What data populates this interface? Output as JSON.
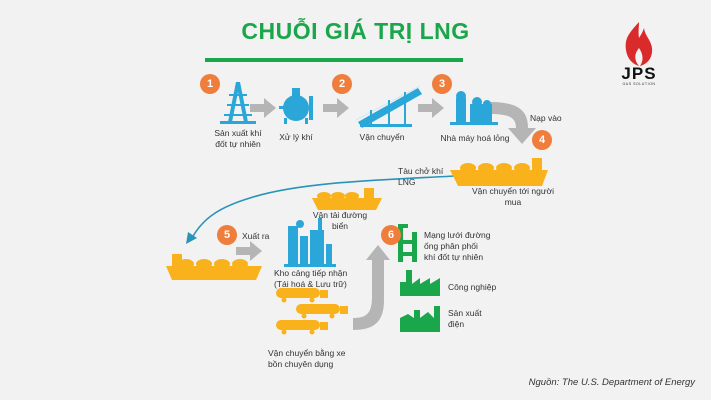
{
  "title": "CHUỖI GIÁ TRỊ LNG",
  "logo": {
    "name": "JPS",
    "tagline": "GAS SOLUTION"
  },
  "source": "Nguồn: The U.S. Department of Energy",
  "steps": [
    {
      "num": "1",
      "label_lines": [
        "Sản xuất khí",
        "đốt tự nhiên"
      ]
    },
    {
      "num": "2",
      "label_lines": [
        "Xử lý khí"
      ]
    },
    {
      "num": "3",
      "label_lines": [
        "Nhà máy hoá lỏng"
      ]
    },
    {
      "num": "4",
      "label_lines": [
        "Vận chuyển tới người",
        "mua"
      ]
    },
    {
      "num": "5",
      "label_lines": [
        "Xuất ra"
      ]
    },
    {
      "num": "6",
      "label_lines": []
    }
  ],
  "labels": {
    "transport": "Vận chuyển",
    "load_in": "Nạp vào",
    "lng_tanker": [
      "Tàu chở khí",
      "LNG"
    ],
    "sea_transport": [
      "Vận tải đường",
      "biển"
    ],
    "terminal": [
      "Kho cảng tiếp nhận",
      "(Tái hoá & Lưu trữ)"
    ],
    "truck_transport": [
      "Vận chuyển bằng xe",
      "bồn chuyên dụng"
    ],
    "pipeline": [
      "Mạng lưới đường",
      "ống phân phối",
      "khí đốt tự nhiên"
    ],
    "industry": "Công nghiệp",
    "power": [
      "Sản xuất",
      "điện"
    ]
  },
  "colors": {
    "green": "#1aa64a",
    "orange": "#ef7d3c",
    "yellow": "#f9b21c",
    "blue": "#2aa6d8",
    "grey": "#b5b5b5",
    "red": "#d92b2b"
  }
}
